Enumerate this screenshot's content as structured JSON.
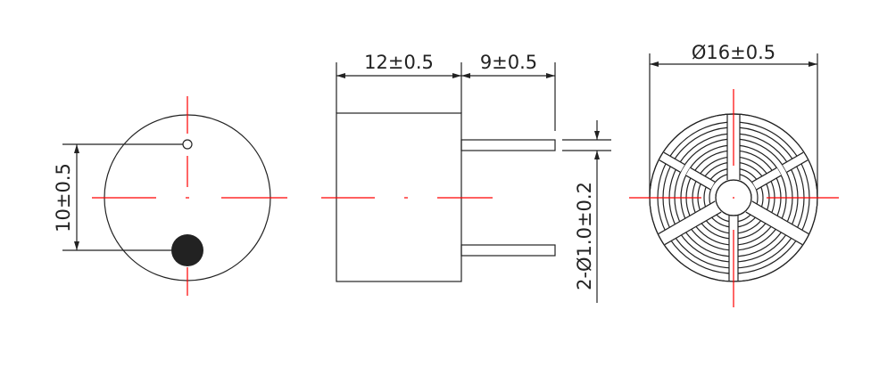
{
  "dimensions": {
    "body_length": "12±0.5",
    "pin_length": "9±0.5",
    "diameter": "Ø16±0.5",
    "pin_spacing": "10±0.5",
    "pin_diameter": "2-Ø1.0±0.2"
  },
  "colors": {
    "line": "#222222",
    "centerline": "#ff0000",
    "pin_fill": "#222222"
  }
}
